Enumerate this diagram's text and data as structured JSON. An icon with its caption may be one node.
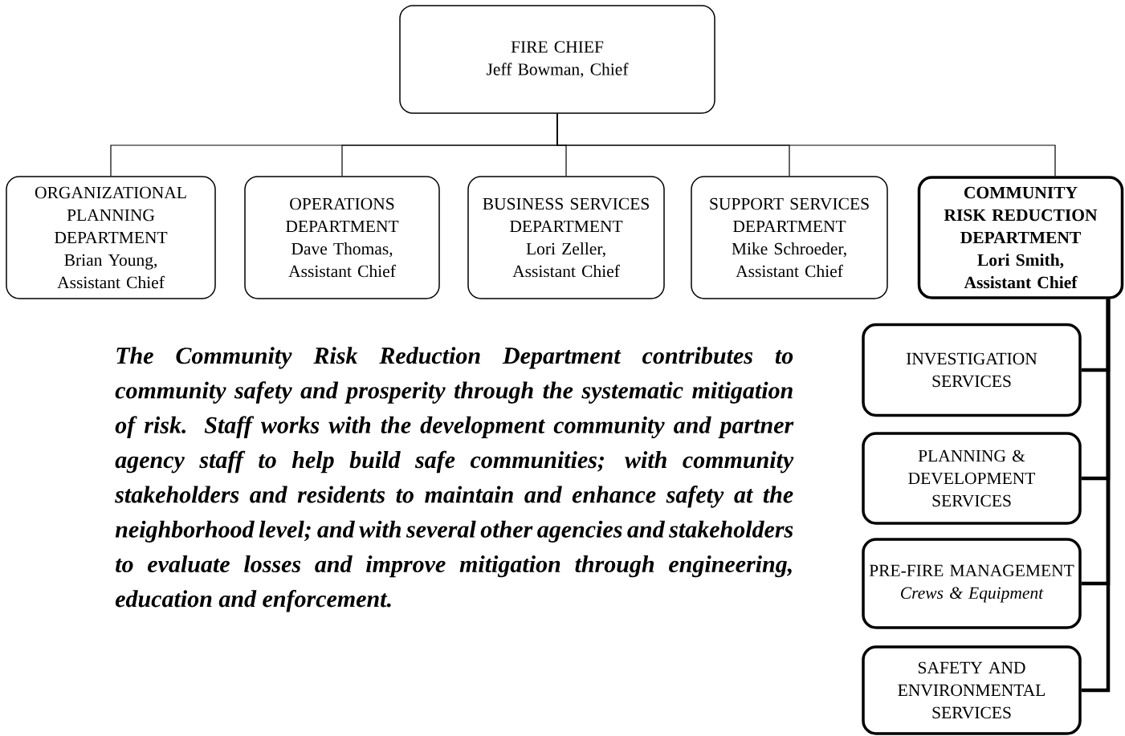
{
  "diagram": {
    "nodes": [
      {
        "text": [
          "FIRE CHIEF",
          "Jeff Bowman, Chief"
        ]
      },
      {
        "text": [
          "ORGANIZATIONAL PLANNING DEPARTMENT",
          "Brian Young, Assistant Chief"
        ]
      },
      {
        "text": [
          "OPERATIONS DEPARTMENT",
          "Dave Thomas, Assistant Chief"
        ]
      },
      {
        "text": [
          "BUSINESS SERVICES DEPARTMENT",
          "Lori Zeller, Assistant Chief"
        ]
      },
      {
        "text": [
          "SUPPORT SERVICES DEPARTMENT",
          "Mike Schroeder, Assistant Chief"
        ]
      },
      {
        "text": [
          "COMMUNITY RISK REDUCTION DEPARTMENT",
          "Lori Smith, Assistant Chief"
        ]
      },
      {
        "text": [
          "INVESTIGATION SERVICES"
        ]
      },
      {
        "text": [
          "PLANNING & DEVELOPMENT SERVICES"
        ]
      },
      {
        "text": [
          "PRE-FIRE MANAGEMENT",
          "Crews & Equipment"
        ]
      },
      {
        "text": [
          "SAFETY AND ENVIRONMENTAL SERVICES"
        ]
      }
    ],
    "edges": [
      {
        "from": 0,
        "to": 1,
        "arrow": "none"
      },
      {
        "from": 0,
        "to": 2,
        "arrow": "none"
      },
      {
        "from": 0,
        "to": 3,
        "arrow": "none"
      },
      {
        "from": 0,
        "to": 4,
        "arrow": "none"
      },
      {
        "from": 0,
        "to": 5,
        "arrow": "none"
      },
      {
        "from": 5,
        "to": 6,
        "arrow": "none",
        "style": "thick"
      },
      {
        "from": 5,
        "to": 7,
        "arrow": "none",
        "style": "thick"
      },
      {
        "from": 5,
        "to": 8,
        "arrow": "none",
        "style": "thick"
      },
      {
        "from": 5,
        "to": 9,
        "arrow": "none",
        "style": "thick"
      }
    ],
    "labels": [
      "The Community Risk Reduction Department contributes to community safety and prosperity through the systematic mitigation of risk.  Staff works with the development community and partner agency staff to help build safe communities; with community stakeholders and residents to maintain and enhance safety at the neighborhood level; and with several other agencies and stakeholders to evaluate losses and improve mitigation through engineering, education and enforcement."
    ]
  }
}
